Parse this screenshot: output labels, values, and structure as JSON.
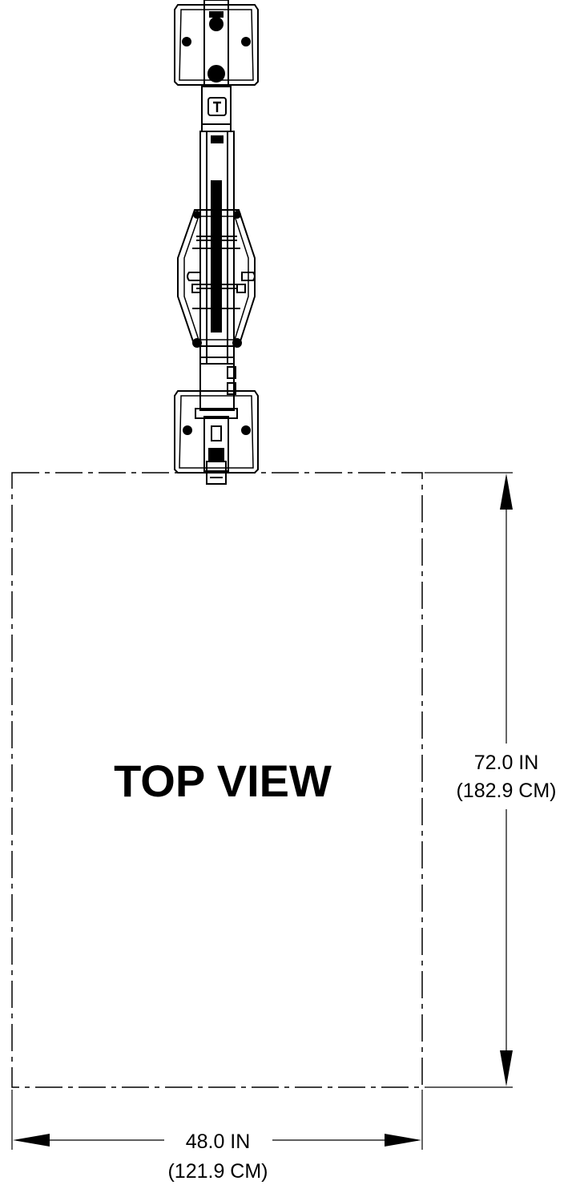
{
  "view": {
    "title": "TOP VIEW"
  },
  "dimensions": {
    "depth": {
      "imperial": "72.0 IN",
      "metric": "(182.9 CM)"
    },
    "width": {
      "imperial": "48.0 IN",
      "metric": "(121.9 CM)"
    }
  },
  "colors": {
    "line": "#000000",
    "background": "#ffffff"
  }
}
